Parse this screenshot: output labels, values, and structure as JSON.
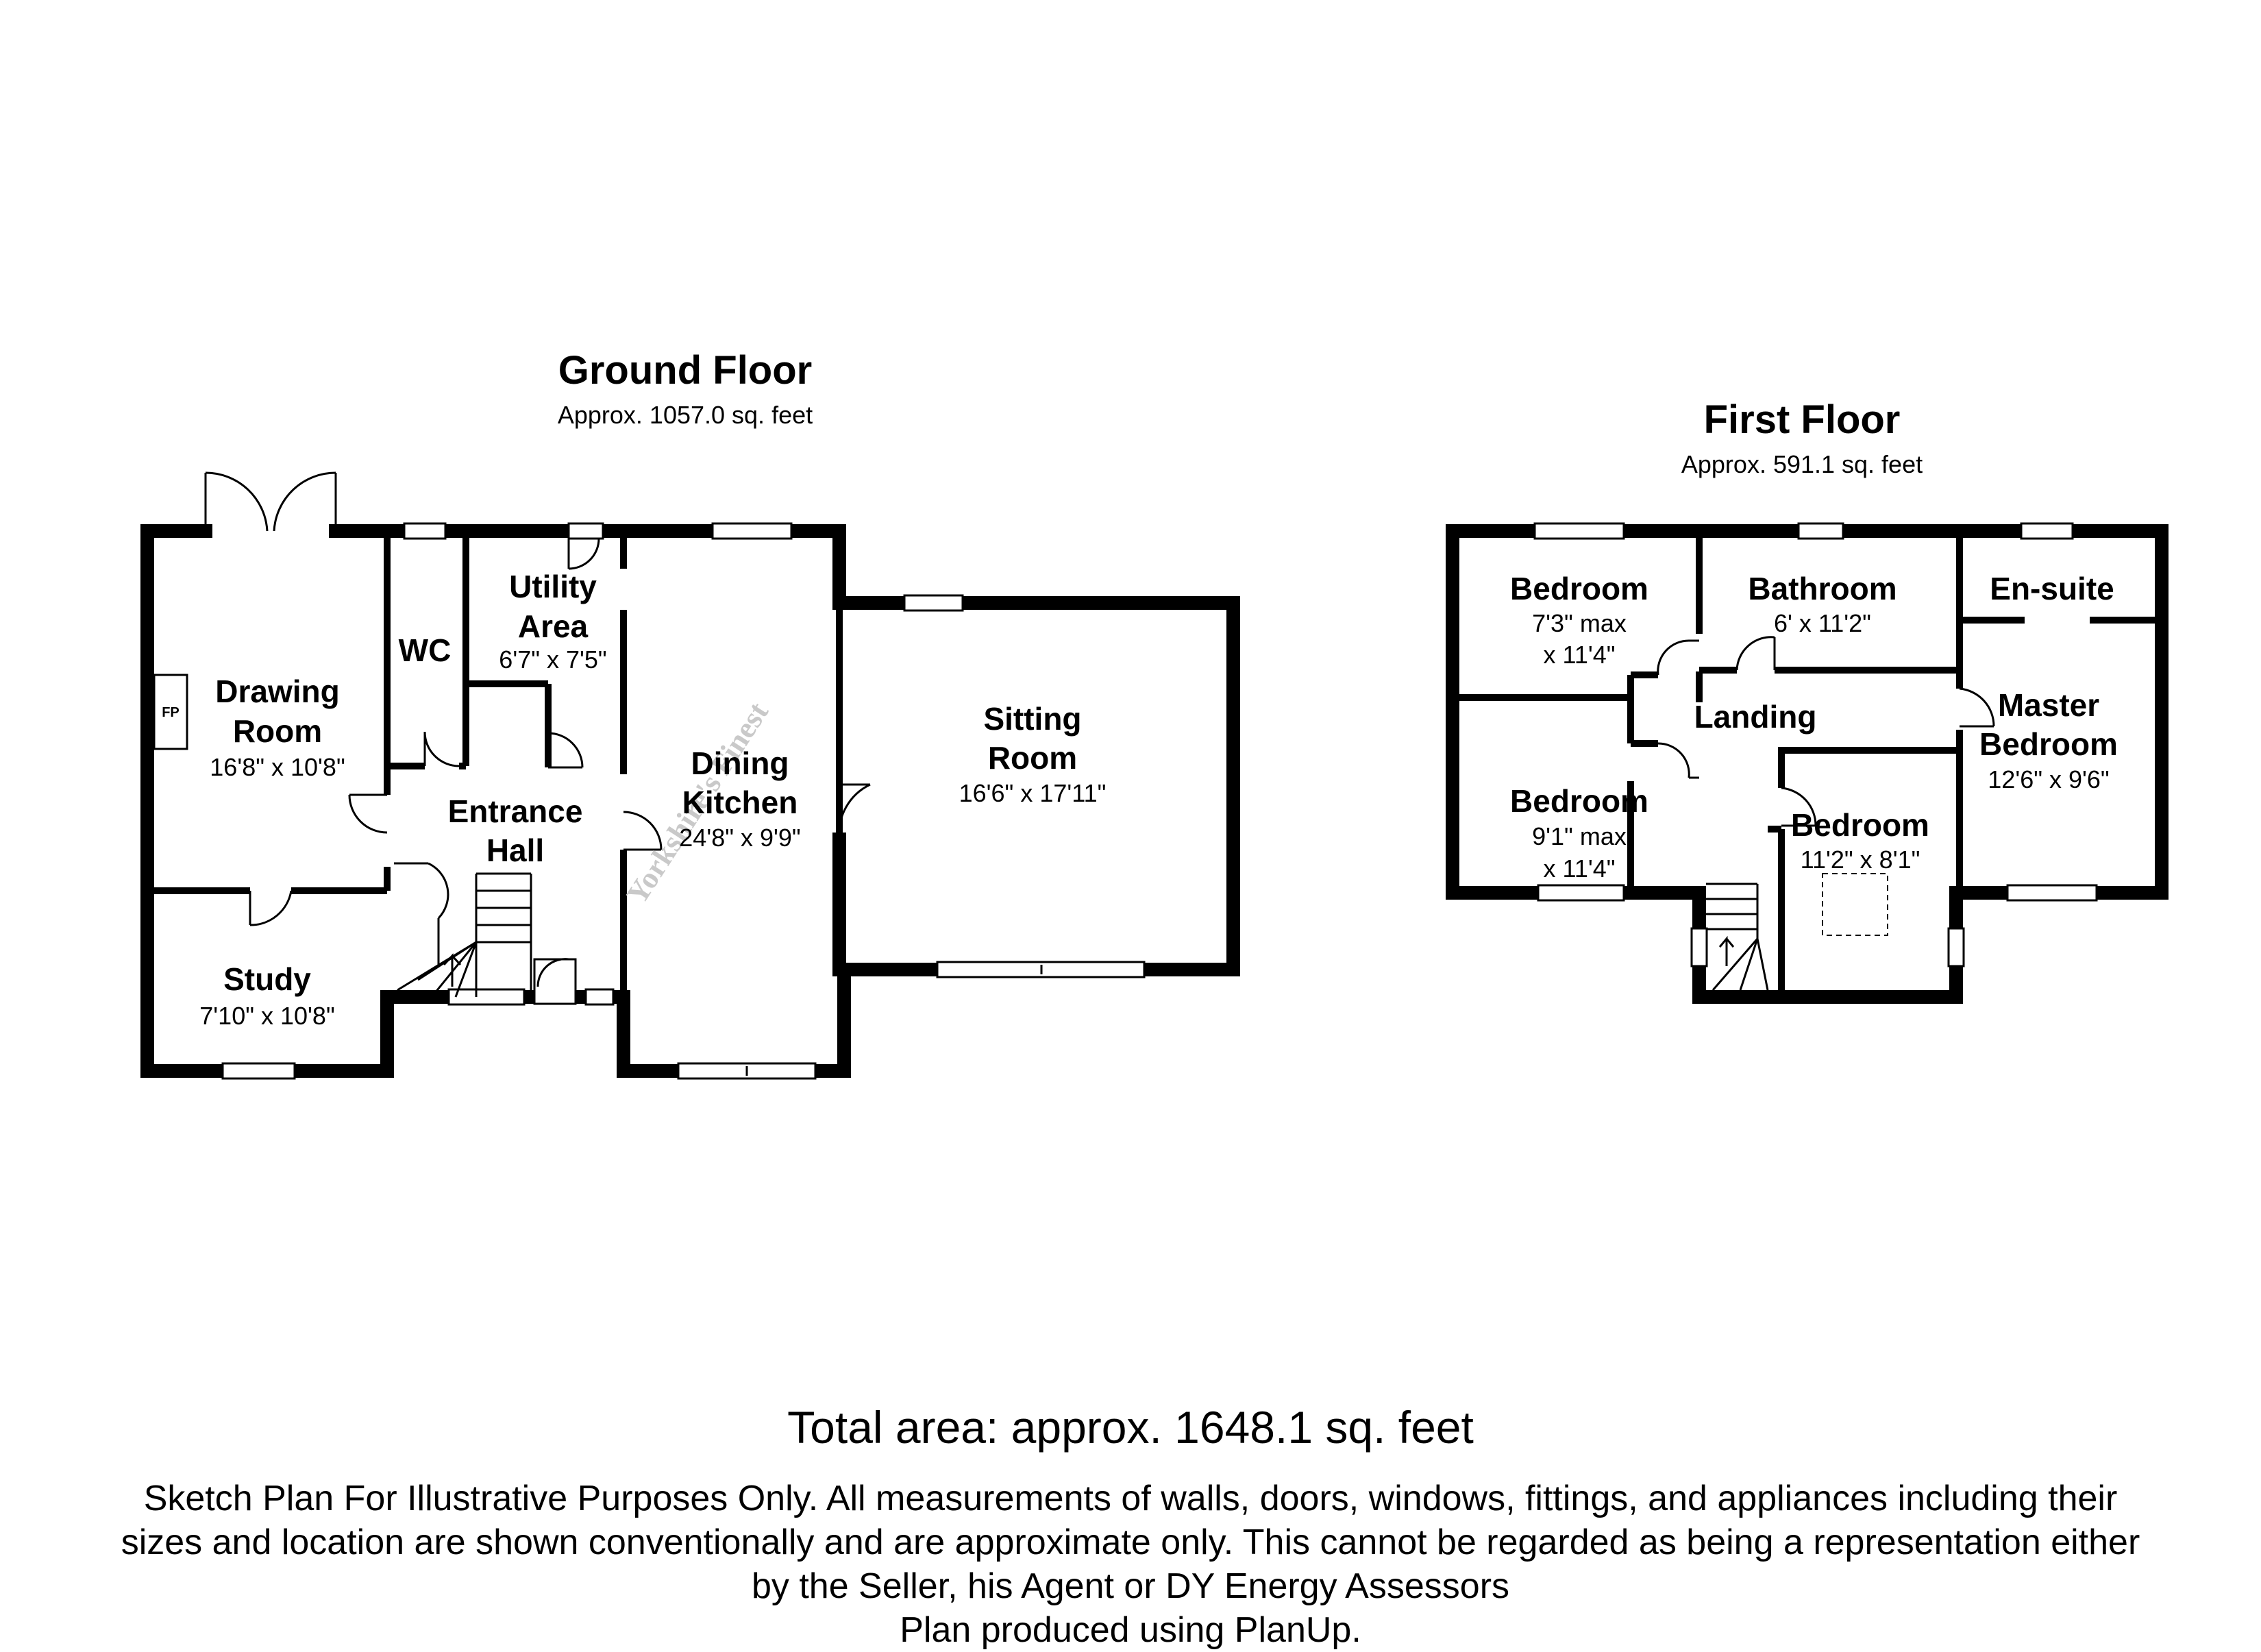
{
  "ground_floor": {
    "title": "Ground Floor",
    "area": "Approx. 1057.0 sq. feet",
    "rooms": {
      "drawing_room": {
        "line1": "Drawing",
        "line2": "Room",
        "dims": "16'8\" x 10'8\""
      },
      "fp": "FP",
      "wc": "WC",
      "utility": {
        "line1": "Utility",
        "line2": "Area",
        "dims": "6'7\" x 7'5\""
      },
      "entrance_hall": {
        "line1": "Entrance",
        "line2": "Hall"
      },
      "dining_kitchen": {
        "line1": "Dining",
        "line2": "Kitchen",
        "dims": "24'8\" x 9'9\""
      },
      "sitting_room": {
        "line1": "Sitting",
        "line2": "Room",
        "dims": "16'6\" x 17'11\""
      },
      "study": {
        "name": "Study",
        "dims": "7'10\" x 10'8\""
      }
    },
    "watermark": "Yorkshire's Finest"
  },
  "first_floor": {
    "title": "First Floor",
    "area": "Approx. 591.1 sq. feet",
    "rooms": {
      "bedroom_a": {
        "name": "Bedroom",
        "dims1": "7'3\" max",
        "dims2": "x 11'4\""
      },
      "bathroom": {
        "name": "Bathroom",
        "dims": "6' x 11'2\""
      },
      "ensuite": {
        "name": "En-suite"
      },
      "landing": {
        "name": "Landing"
      },
      "master": {
        "line1": "Master",
        "line2": "Bedroom",
        "dims": "12'6\" x 9'6\""
      },
      "bedroom_b": {
        "name": "Bedroom",
        "dims1": "9'1\" max",
        "dims2": "x 11'4\""
      },
      "bedroom_c": {
        "name": "Bedroom",
        "dims": "11'2\" x 8'1\""
      }
    }
  },
  "footer": {
    "total": "Total area: approx. 1648.1 sq. feet",
    "line1": "Sketch Plan For Illustrative Purposes Only. All measurements of walls, doors, windows, fittings, and appliances including their",
    "line2": "sizes and location are shown conventionally and are approximate only. This cannot be regarded as being a representation either",
    "line3": "by the Seller, his Agent or DY Energy Assessors",
    "line4": "Plan produced using PlanUp."
  }
}
